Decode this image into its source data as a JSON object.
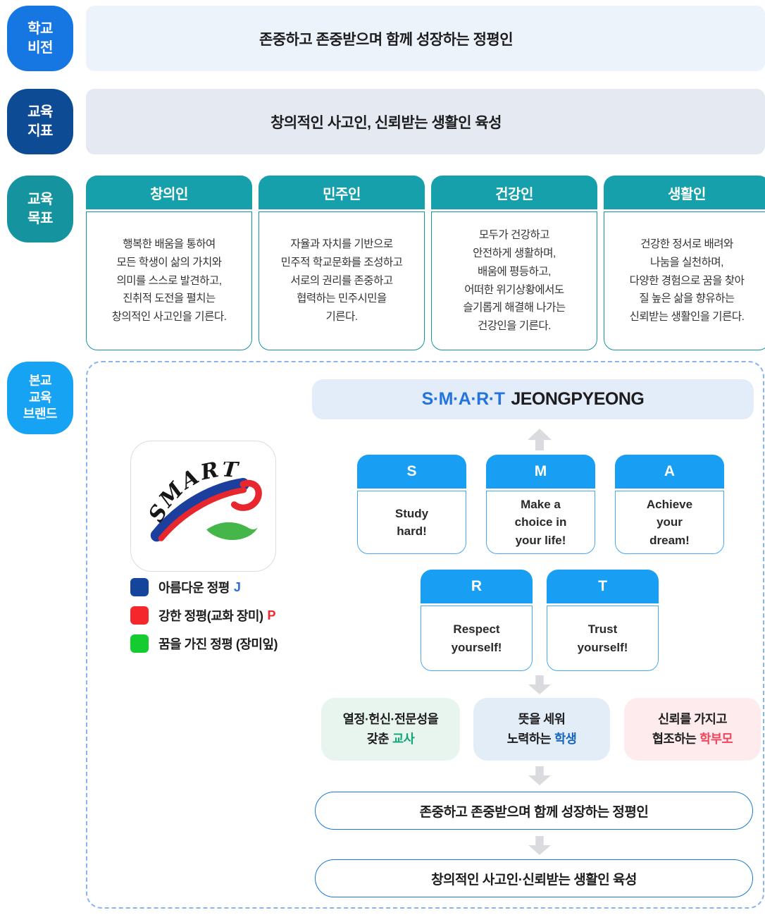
{
  "colors": {
    "vision_badge": "#1677e3",
    "indicator_badge": "#0d4b95",
    "objectives_badge": "#15939e",
    "objectives_card_header": "#16a0ac",
    "brand_badge": "#16a3f4",
    "smart_card_header": "#189ef3",
    "title_highlight": "#2474dd",
    "legend_j_square": "#14449b",
    "legend_p_square": "#f4282c",
    "legend_leaf_square": "#15cc30",
    "keyword_j": "#2b6fdb",
    "keyword_p": "#f3282c",
    "teacher_keyword": "#10a578",
    "student_keyword": "#1465c0",
    "parent_keyword": "#f4435a",
    "teacher_bg": "#e7f5ee",
    "student_bg": "#e3edf8",
    "parent_bg": "#fdebed",
    "pill_border": "#1b79d8"
  },
  "vision": {
    "badge": "학교\n비전",
    "banner": "존중하고 존중받으며 함께 성장하는 정평인"
  },
  "indicator": {
    "badge": "교육\n지표",
    "banner": "창의적인 사고인, 신뢰받는 생활인 육성"
  },
  "objectives": {
    "badge": "교육\n목표",
    "cards": [
      {
        "title": "창의인",
        "body": "행복한 배움을 통하여\n모든 학생이 삶의 가치와\n의미를 스스로 발견하고,\n진취적 도전을 펼치는\n창의적인 사고인을 기른다."
      },
      {
        "title": "민주인",
        "body": "자율과 자치를 기반으로\n민주적 학교문화를 조성하고\n서로의 권리를 존중하고\n협력하는 민주시민을\n기른다."
      },
      {
        "title": "건강인",
        "body": "모두가 건강하고\n안전하게 생활하며,\n배움에 평등하고,\n어떠한 위기상황에서도\n슬기롭게 해결해 나가는\n건강인을 기른다."
      },
      {
        "title": "생활인",
        "body": "건강한 정서로 배려와\n나눔을 실천하며,\n다양한 경험으로 꿈을 찾아\n질 높은 삶을 향유하는\n신뢰받는 생활인을 기른다."
      }
    ]
  },
  "brand": {
    "badge": "본교\n교육\n브랜드",
    "title_highlight": "S·M·A·R·T",
    "title_rest": "JEONGPYEONG",
    "logo_word": "SMART",
    "legend": [
      {
        "label": "아름다운 정평",
        "keyword": "J"
      },
      {
        "label": "강한 정평(교화 장미)",
        "keyword": "P"
      },
      {
        "label": "꿈을 가진 정평 (장미잎)",
        "keyword": ""
      }
    ],
    "smart_cards": [
      {
        "letter": "S",
        "text": "Study\nhard!"
      },
      {
        "letter": "M",
        "text": "Make a\nchoice in\nyour life!"
      },
      {
        "letter": "A",
        "text": "Achieve\nyour\ndream!"
      },
      {
        "letter": "R",
        "text": "Respect\nyourself!"
      },
      {
        "letter": "T",
        "text": "Trust\nyourself!"
      }
    ],
    "groups": [
      {
        "line1": "열정·헌신·전문성을",
        "line2": "갖춘",
        "keyword": "교사"
      },
      {
        "line1": "뜻을 세워",
        "line2": "노력하는",
        "keyword": "학생"
      },
      {
        "line1": "신뢰를 가지고",
        "line2": "협조하는",
        "keyword": "학부모"
      }
    ],
    "outcomes": [
      "존중하고 존중받으며 함께 성장하는 정평인",
      "창의적인 사고인·신뢰받는 생활인 육성"
    ]
  }
}
